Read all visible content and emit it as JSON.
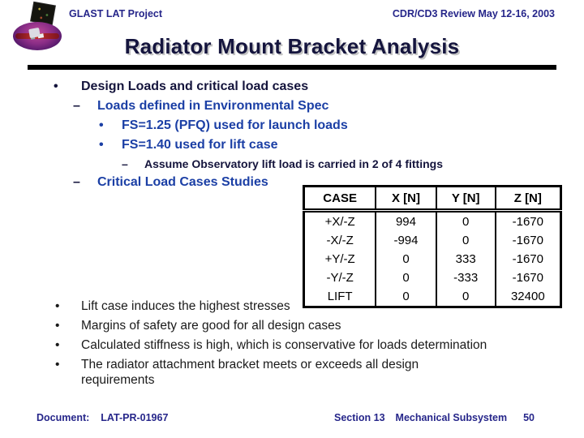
{
  "header": {
    "project": "GLAST LAT Project",
    "review": "CDR/CD3 Review May 12-16, 2003"
  },
  "title": "Radiator Mount Bracket Analysis",
  "bullets_top": [
    {
      "marker": "•",
      "text": "Design Loads and critical load cases"
    },
    {
      "marker": "–",
      "text": "Loads defined in Environmental Spec"
    },
    {
      "marker": "•",
      "text": "FS=1.25 (PFQ) used for launch loads"
    },
    {
      "marker": "•",
      "text": "FS=1.40 used for lift case"
    },
    {
      "marker": "–",
      "text": "Assume Observatory lift load is carried in 2 of 4 fittings"
    },
    {
      "marker": "–",
      "text": "Critical Load Cases Studies"
    }
  ],
  "load_table": {
    "headers": [
      "CASE",
      "X [N]",
      "Y [N]",
      "Z [N]"
    ],
    "rows": [
      [
        "+X/-Z",
        "994",
        "0",
        "-1670"
      ],
      [
        "-X/-Z",
        "-994",
        "0",
        "-1670"
      ],
      [
        "+Y/-Z",
        "0",
        "333",
        "-1670"
      ],
      [
        "-Y/-Z",
        "0",
        "-333",
        "-1670"
      ],
      [
        "LIFT",
        "0",
        "0",
        "32400"
      ]
    ]
  },
  "bullets_bottom": [
    {
      "marker": "•",
      "text": "Lift case induces the highest stresses"
    },
    {
      "marker": "•",
      "text": "Margins of safety are good for all design cases"
    },
    {
      "marker": "•",
      "text": "Calculated stiffness is high, which is conservative for loads determination"
    },
    {
      "marker": "•",
      "text": "The radiator attachment bracket meets or exceeds all design requirements"
    }
  ],
  "footer": {
    "doc_label": "Document:",
    "doc_number": "LAT-PR-01967",
    "section": "Section 13",
    "subsystem": "Mechanical Subsystem",
    "page_number": "50"
  },
  "colors": {
    "navy_dark": "#14143C",
    "bullet_blue": "#1B3FA5",
    "header_navy": "#26268A",
    "divider": "#000000",
    "table_border": "#000000",
    "title_shadow": "#C4C4C4"
  }
}
